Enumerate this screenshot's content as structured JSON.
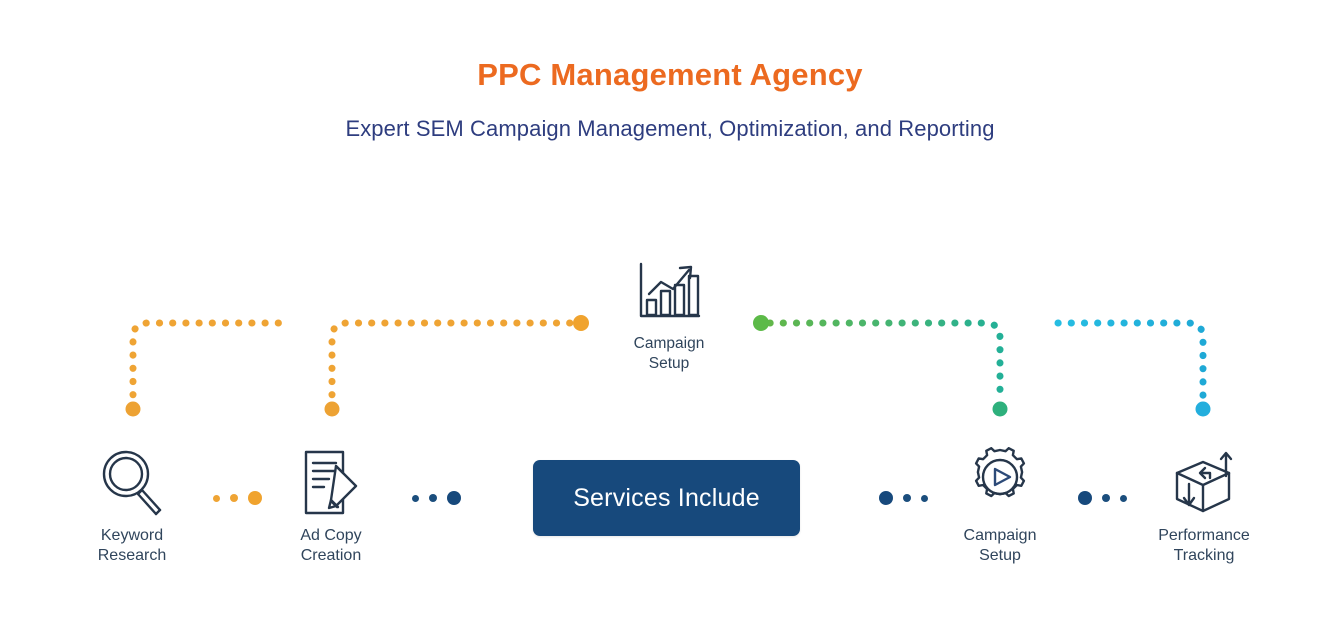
{
  "header": {
    "title": "PPC Management Agency",
    "subtitle": "Expert SEM Campaign Management, Optimization, and Reporting"
  },
  "center_badge": {
    "label": "Services Include"
  },
  "nodes": [
    {
      "id": "keyword-research",
      "icon": "magnifying-glass-icon",
      "label": "Keyword\nResearch"
    },
    {
      "id": "ad-copy-creation",
      "icon": "document-pencil-icon",
      "label": "Ad Copy\nCreation"
    },
    {
      "id": "campaign-setup-top",
      "icon": "bar-chart-growth-icon",
      "label": "Campaign\nSetup"
    },
    {
      "id": "campaign-setup-right",
      "icon": "gear-play-icon",
      "label": "Campaign\nSetup"
    },
    {
      "id": "performance-tracking",
      "icon": "box-arrows-icon",
      "label": "Performance\nTracking"
    }
  ],
  "colors": {
    "title_orange": "#ec6a20",
    "subtitle_blue": "#2e3d7f",
    "badge_navy": "#17497c",
    "icon_stroke": "#26364a",
    "caption_text": "#30455c",
    "connector_orange": "#efa434",
    "connector_green_start": "#5cb85c",
    "connector_green_end": "#2eb398",
    "connector_cyan": "#2bb3d6",
    "dot_navy": "#1b4e7d"
  },
  "connectors": [
    {
      "id": "keyword-research-path",
      "color": "orange",
      "shape": "up-then-right"
    },
    {
      "id": "ad-copy-creation-path",
      "color": "orange",
      "shape": "up-then-right"
    },
    {
      "id": "campaign-setup-right-path",
      "color": "green",
      "shape": "right-then-down"
    },
    {
      "id": "performance-tracking-path",
      "color": "cyan",
      "shape": "right-then-down"
    }
  ],
  "dot_runs": [
    {
      "id": "dots-kw-to-ad",
      "color": "orange",
      "sizes": [
        7,
        8,
        13
      ]
    },
    {
      "id": "dots-ad-to-box",
      "color": "navy",
      "sizes": [
        7,
        8,
        13
      ]
    },
    {
      "id": "dots-box-to-cs",
      "color": "navy",
      "sizes": [
        13,
        8,
        7
      ]
    },
    {
      "id": "dots-cs-to-pt",
      "color": "navy",
      "sizes": [
        13,
        8,
        7
      ]
    }
  ]
}
